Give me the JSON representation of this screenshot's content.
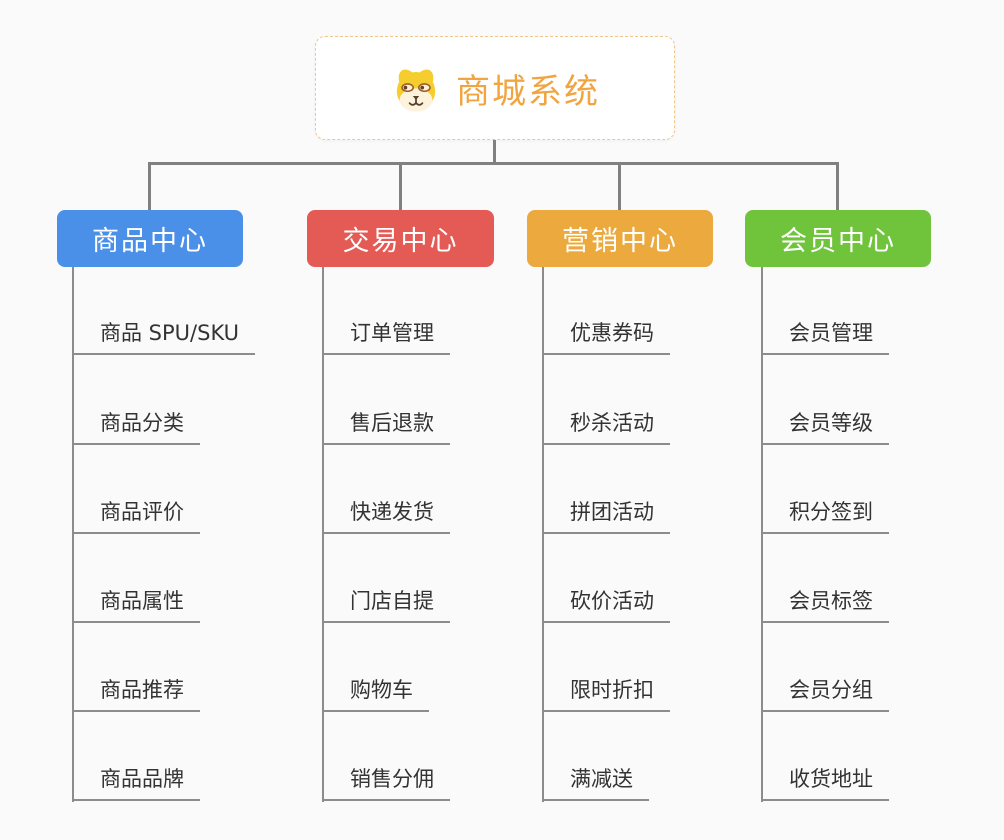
{
  "diagram": {
    "root": {
      "title": "商城系统",
      "icon": "shiba-dog-icon",
      "text_color": "#F0A541",
      "border_color": "#F2C689"
    },
    "connector_color": "#808080",
    "background_color": "#FAFAFA",
    "branches": [
      {
        "label": "商品中心",
        "color": "#4B90E8",
        "items": [
          "商品 SPU/SKU",
          "商品分类",
          "商品评价",
          "商品属性",
          "商品推荐",
          "商品品牌"
        ]
      },
      {
        "label": "交易中心",
        "color": "#E45A55",
        "items": [
          "订单管理",
          "售后退款",
          "快递发货",
          "门店自提",
          "购物车",
          "销售分佣"
        ]
      },
      {
        "label": "营销中心",
        "color": "#EBA93E",
        "items": [
          "优惠券码",
          "秒杀活动",
          "拼团活动",
          "砍价活动",
          "限时折扣",
          "满减送"
        ]
      },
      {
        "label": "会员中心",
        "color": "#70C43C",
        "items": [
          "会员管理",
          "会员等级",
          "积分签到",
          "会员标签",
          "会员分组",
          "收货地址"
        ]
      }
    ]
  }
}
